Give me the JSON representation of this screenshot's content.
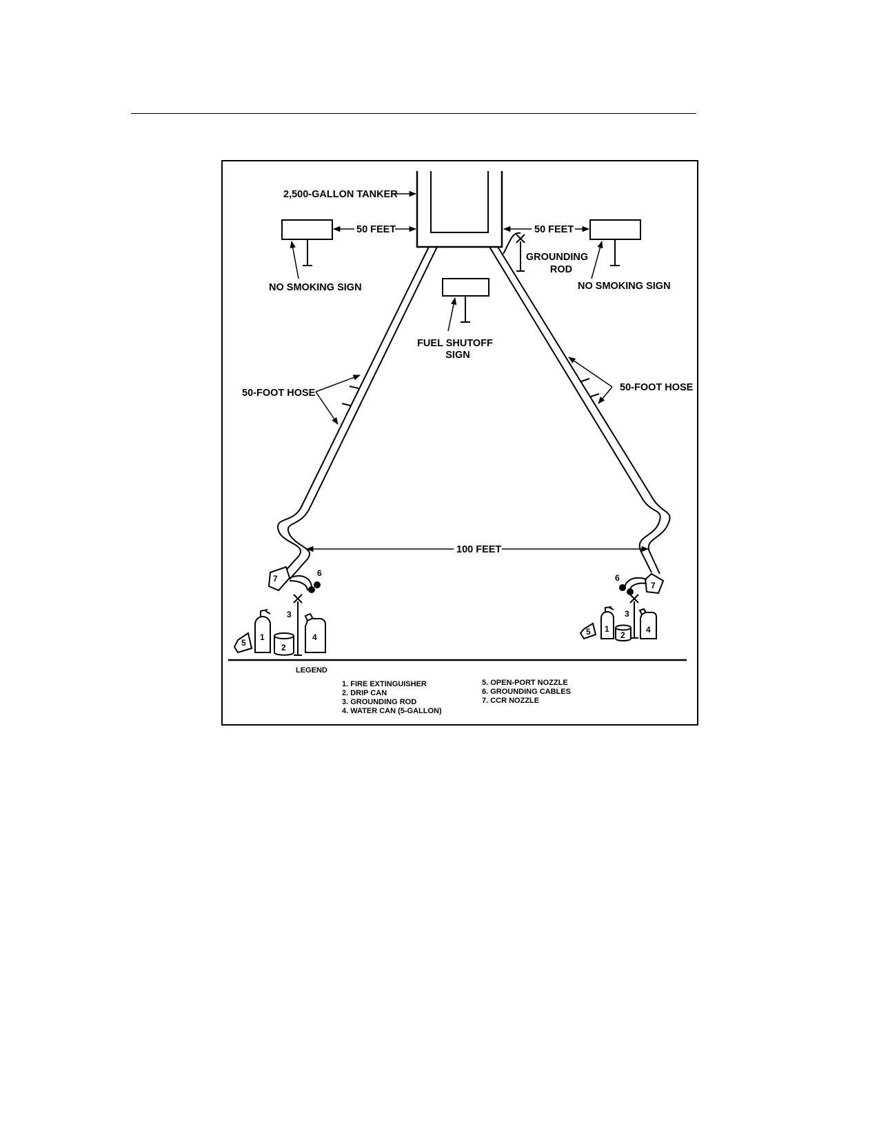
{
  "labels": {
    "tanker": "2,500-GALLON  TANKER",
    "fifty_feet_left": "50  FEET",
    "fifty_feet_right": "50 FEET",
    "no_smoking_left": "NO  SMOKING  SIGN",
    "no_smoking_right": "NO  SMOKING  SIGN",
    "grounding_rod_line1": "GROUNDING",
    "grounding_rod_line2": "ROD",
    "fuel_shutoff_line1": "FUEL  SHUTOFF",
    "fuel_shutoff_line2": "SIGN",
    "hose_left": "50-FOOT  HOSE",
    "hose_right": "50-FOOT  HOSE",
    "hundred_feet": "100 FEET"
  },
  "item_numbers": {
    "n1": "1",
    "n2": "2",
    "n3": "3",
    "n4": "4",
    "n5": "5",
    "n6": "6",
    "n7": "7"
  },
  "legend": {
    "title": "LEGEND",
    "items": [
      "1.  FIRE  EXTINGUISHER",
      "2.  DRIP  CAN",
      "3.  GROUNDING  ROD",
      "4.  WATER  CAN (5-GALLON)",
      "5.  OPEN-PORT  NOZZLE",
      "6.  GROUNDING  CABLES",
      "7.  CCR  NOZZLE"
    ]
  }
}
